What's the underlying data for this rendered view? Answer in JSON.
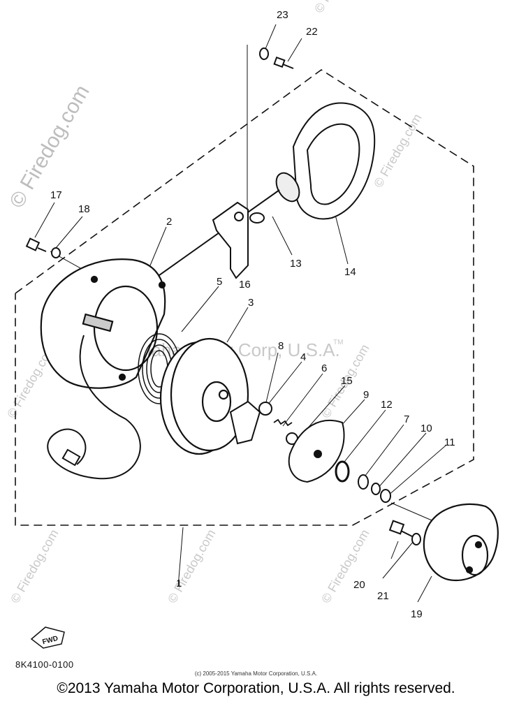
{
  "diagram": {
    "watermark_text": "© Firedog.com",
    "center_watermark": "Yamaha Motor Corp, U.S.A.",
    "trademark": "TM",
    "fwd_label": "FWD",
    "part_number": "8K4100-0100",
    "small_copyright": "(c) 2005-2015 Yamaha Motor Corporation, U.S.A.",
    "main_copyright": "©2013 Yamaha Motor Corporation, U.S.A. All rights reserved.",
    "callouts": {
      "c1": "1",
      "c2": "2",
      "c3": "3",
      "c4": "4",
      "c5": "5",
      "c6": "6",
      "c7": "7",
      "c8": "8",
      "c9": "9",
      "c10": "10",
      "c11": "11",
      "c12": "12",
      "c13": "13",
      "c14": "14",
      "c15": "15",
      "c16": "16",
      "c17": "17",
      "c18": "18",
      "c19": "19",
      "c20": "20",
      "c21": "21",
      "c22": "22",
      "c23": "23"
    }
  }
}
